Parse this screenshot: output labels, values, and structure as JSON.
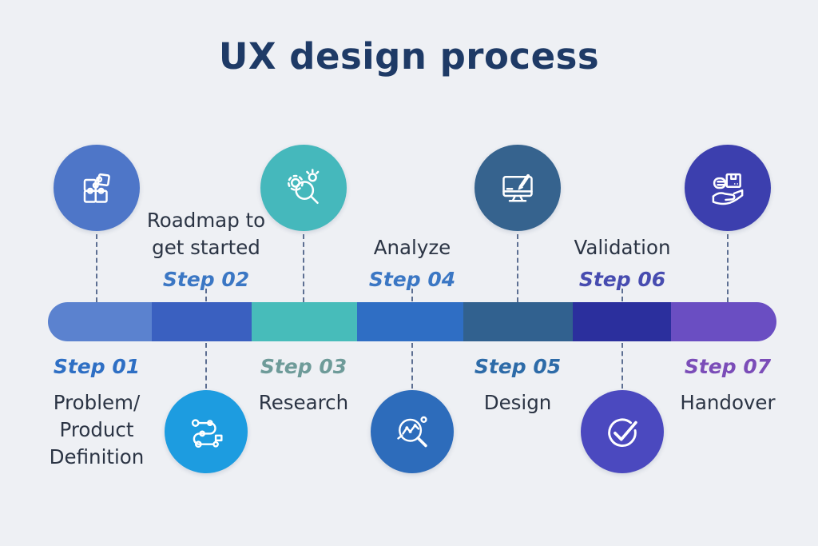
{
  "title": "UX design process",
  "colors": {
    "background": "#eef0f4",
    "title": "#1e3a66",
    "body_text": "#2b3444",
    "dashed_line": "#5d6f92"
  },
  "timeline": {
    "segments": [
      {
        "step": "01",
        "color": "#5b82cf"
      },
      {
        "step": "02",
        "color": "#3a60c0"
      },
      {
        "step": "03",
        "color": "#47bcba"
      },
      {
        "step": "04",
        "color": "#2f6ec4"
      },
      {
        "step": "05",
        "color": "#31618f"
      },
      {
        "step": "06",
        "color": "#2b2f9d"
      },
      {
        "step": "07",
        "color": "#6a4ec2"
      }
    ]
  },
  "steps": [
    {
      "step_label": "Step 01",
      "title": "Problem/ Product Definition",
      "step_label_color": "#2e6fc4",
      "circle_color": "#4e76c8",
      "icon": "puzzle-icon",
      "icon_position": "above-bar",
      "label_position": "below-bar"
    },
    {
      "step_label": "Step 02",
      "title": "Roadmap to get started",
      "step_label_color": "#3b77c4",
      "circle_color": "#1d9ce0",
      "icon": "route-flag-icon",
      "icon_position": "below-bar",
      "label_position": "above-bar"
    },
    {
      "step_label": "Step 03",
      "title": "Research",
      "step_label_color": "#6e9b99",
      "circle_color": "#45b8bc",
      "icon": "gear-magnifier-idea-icon",
      "icon_position": "above-bar",
      "label_position": "below-bar"
    },
    {
      "step_label": "Step 04",
      "title": "Analyze",
      "step_label_color": "#3b77c4",
      "circle_color": "#2d6cbb",
      "icon": "data-magnifier-icon",
      "icon_position": "below-bar",
      "label_position": "above-bar"
    },
    {
      "step_label": "Step 05",
      "title": "Design",
      "step_label_color": "#2d6ba8",
      "circle_color": "#36638e",
      "icon": "design-monitor-icon",
      "icon_position": "above-bar",
      "label_position": "below-bar"
    },
    {
      "step_label": "Step 06",
      "title": "Validation",
      "step_label_color": "#474cb0",
      "circle_color": "#4b49bf",
      "icon": "check-circle-icon",
      "icon_position": "below-bar",
      "label_position": "above-bar"
    },
    {
      "step_label": "Step 07",
      "title": "Handover",
      "step_label_color": "#7b4db8",
      "circle_color": "#3c3fae",
      "icon": "handover-box-icon",
      "icon_position": "above-bar",
      "label_position": "below-bar"
    }
  ]
}
